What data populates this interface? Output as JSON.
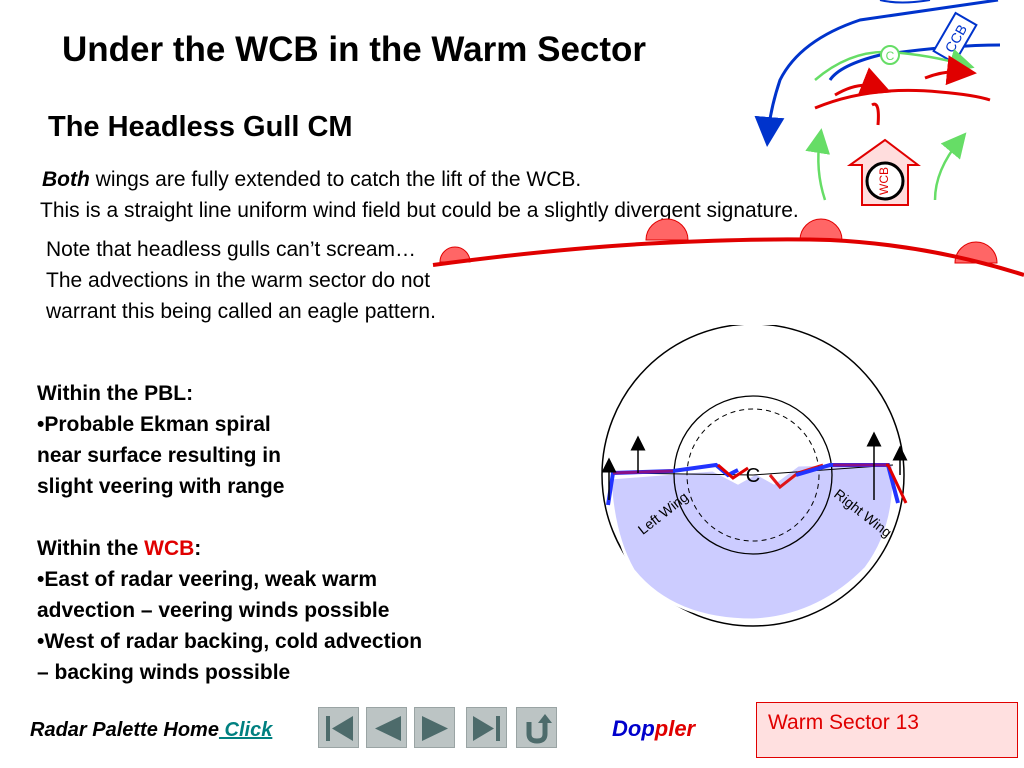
{
  "title": "Under the WCB in the Warm Sector",
  "subtitle": "The Headless Gull CM",
  "paragraph1": {
    "emphasis": "Both",
    "rest": " wings are fully extended to catch the lift of the WCB."
  },
  "paragraph2": "This is a straight line uniform wind field but could be a slightly divergent signature.",
  "note_lines": [
    "Note that headless gulls can’t scream…",
    "The advections in the warm sector do not",
    "warrant this being called an eagle pattern."
  ],
  "pbl": {
    "heading": "Within the PBL:",
    "bullet_lines": [
      "•Probable Ekman spiral",
      "near surface resulting in",
      "slight veering with range"
    ]
  },
  "wcb_section": {
    "heading_prefix": "Within the ",
    "heading_highlight": "WCB",
    "heading_suffix": ":",
    "lines": [
      "•East of radar veering, weak warm",
      "advection – veering winds possible",
      "•West of radar backing, cold advection",
      "– backing winds possible"
    ]
  },
  "diagram_labels": {
    "ccb": "CCB",
    "wcb": "WCB",
    "c_marker": "C"
  },
  "radar": {
    "left_wing": "Left Wing",
    "right_wing": "Right Wing",
    "center": "C"
  },
  "footer": {
    "home_text": "Radar Palette Home",
    "home_link": " Click",
    "nav": [
      "first-icon",
      "previous-icon",
      "next-icon",
      "last-icon",
      "return-icon"
    ],
    "brand_part1": "Dop",
    "brand_part2": "pler",
    "slide_label": "Warm Sector 13"
  },
  "colors": {
    "red": "#e00000",
    "blue": "#0033cc",
    "green": "#66dd66",
    "fill": "#ccccff",
    "link": "#008080"
  }
}
